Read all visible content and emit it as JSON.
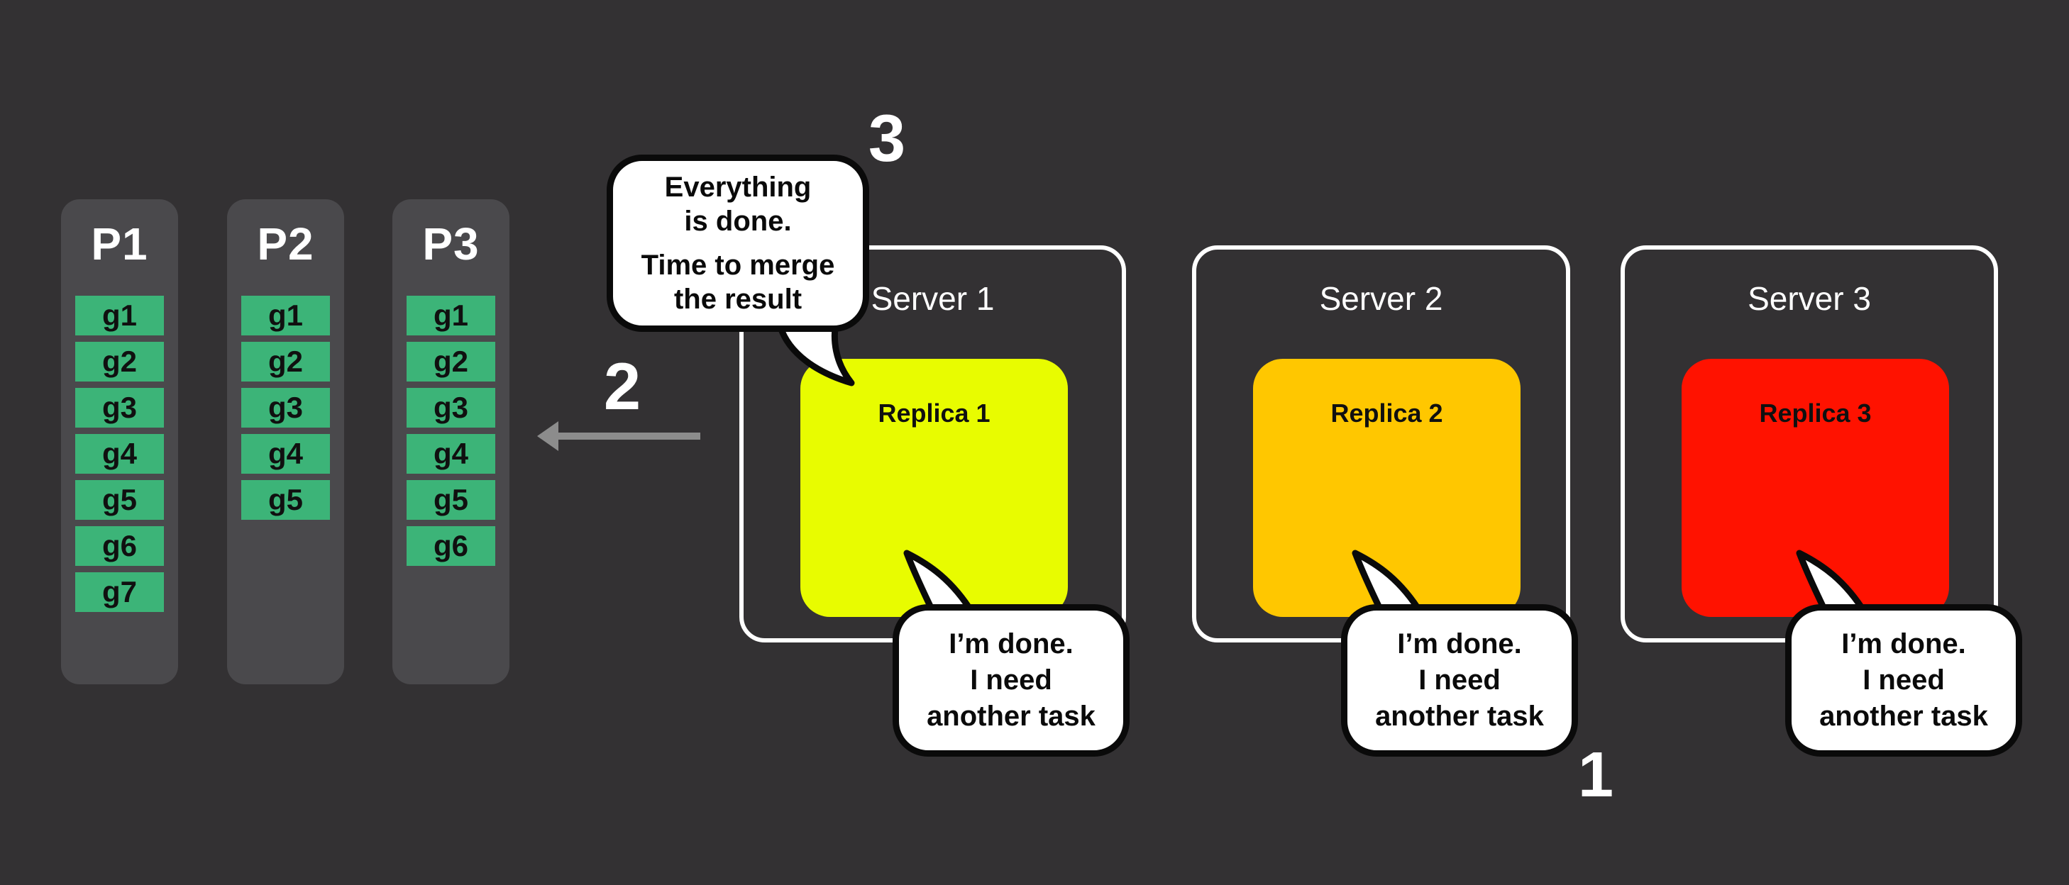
{
  "diagram": {
    "step_labels": {
      "one": "1",
      "two": "2",
      "three": "3"
    },
    "merge_bubble": {
      "lines": [
        "Everything",
        "is done.",
        "Time to merge",
        "the result"
      ]
    },
    "partitions": [
      {
        "title": "P1",
        "tasks": [
          "g1",
          "g2",
          "g3",
          "g4",
          "g5",
          "g6",
          "g7"
        ]
      },
      {
        "title": "P2",
        "tasks": [
          "g1",
          "g2",
          "g3",
          "g4",
          "g5"
        ]
      },
      {
        "title": "P3",
        "tasks": [
          "g1",
          "g2",
          "g3",
          "g4",
          "g5",
          "g6"
        ]
      }
    ],
    "servers": [
      {
        "title": "Server 1",
        "replica_label": "Replica 1",
        "replica_color": "#E8FC00",
        "bubble_lines": [
          "I’m done.",
          "I need",
          "another task"
        ]
      },
      {
        "title": "Server 2",
        "replica_label": "Replica 2",
        "replica_color": "#FFC700",
        "bubble_lines": [
          "I’m done.",
          "I need",
          "another task"
        ]
      },
      {
        "title": "Server 3",
        "replica_label": "Replica 3",
        "replica_color": "#FF1200",
        "bubble_lines": [
          "I’m done.",
          "I need",
          "another task"
        ]
      }
    ],
    "colors": {
      "background": "#333133",
      "partition_bg": "#4A494C",
      "task_chip": "#3CB478",
      "arrow": "#8C8C8C",
      "bubble_bg": "#FFFFFF",
      "bubble_border": "#0A0A0A",
      "server_border": "#FFFFFF"
    }
  }
}
